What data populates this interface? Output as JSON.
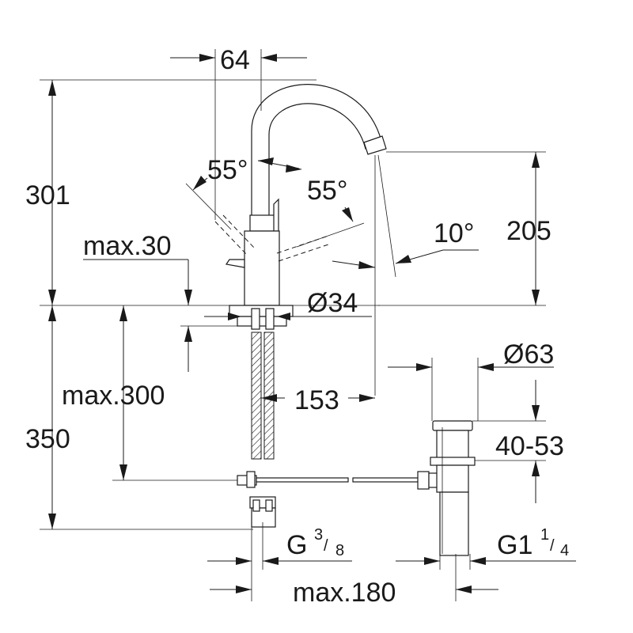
{
  "dimensions": {
    "spout_offset": "64",
    "total_height": "301",
    "spout_height": "205",
    "swivel_left": "55°",
    "swivel_right": "55°",
    "spout_angle": "10°",
    "deck_thickness": "max.30",
    "base_diameter": "Ø34",
    "below_deck": "350",
    "tail_length": "max.300",
    "reach": "153",
    "waste_diameter": "Ø63",
    "waste_range": "40-53",
    "inlet_thread": "G",
    "inlet_thread_num": "3",
    "inlet_thread_den": "8",
    "waste_thread": "G1",
    "waste_thread_num": "1",
    "waste_thread_den": "4",
    "rod_length": "max.180"
  },
  "colors": {
    "line": "#1a1a1a",
    "background": "#ffffff"
  }
}
